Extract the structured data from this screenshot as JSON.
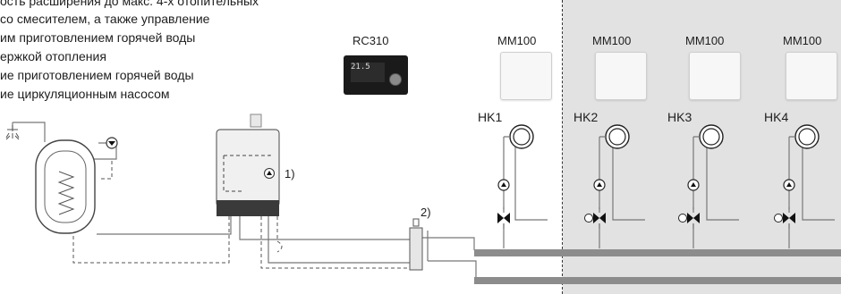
{
  "description": {
    "lines": [
      "ость расширения до макс. 4-х отопительных",
      " со смесителем, а также управление",
      "им приготовлением горячей воды",
      "ержкой отопления",
      "ие приготовлением горячей воды",
      "ие циркуляционным насосом"
    ]
  },
  "controller": {
    "label": "RC310",
    "display": "21.5"
  },
  "modules": [
    {
      "label": "MM100"
    },
    {
      "label": "MM100"
    },
    {
      "label": "MM100"
    },
    {
      "label": "MM100"
    }
  ],
  "circuits": [
    {
      "label": "HK1"
    },
    {
      "label": "HK2"
    },
    {
      "label": "HK3"
    },
    {
      "label": "HK4"
    }
  ],
  "callouts": {
    "boiler_pump": "1)",
    "separator": "2)"
  },
  "colors": {
    "zone_background": "#e2e2e2",
    "pipe": "#777777",
    "manifold": "#8c8c8c"
  }
}
